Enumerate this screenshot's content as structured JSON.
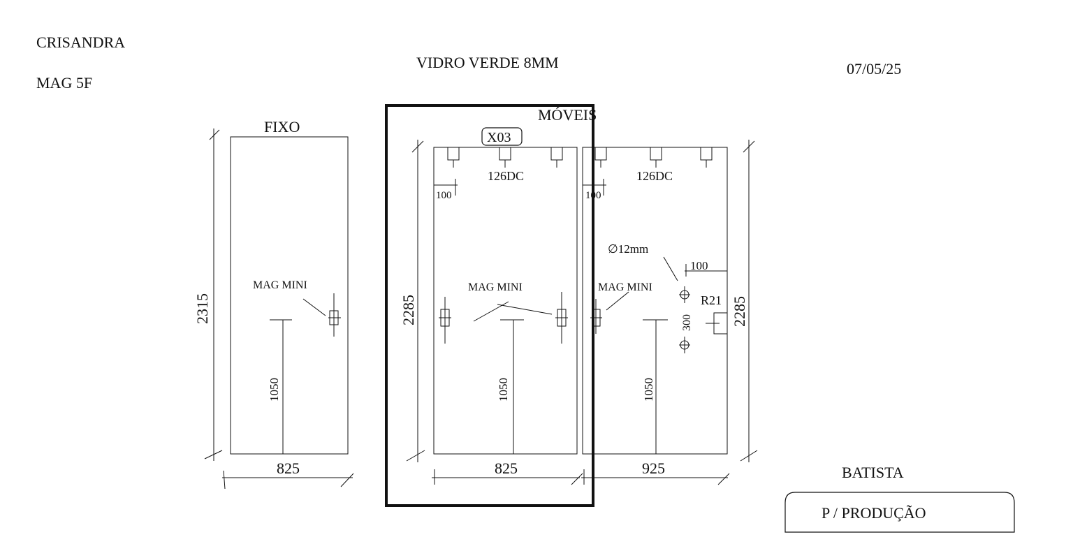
{
  "header": {
    "client": "CRISANDRA",
    "model": "MAG 5F",
    "glass": "VIDRO VERDE 8MM",
    "date": "07/05/25"
  },
  "labels": {
    "fixed": "FIXO",
    "moving": "MÓVEIS",
    "tag": "X03",
    "magmini": "MAG MINI",
    "dc": "126DC",
    "hole": "∅12mm",
    "radius": "R21"
  },
  "dims": {
    "h_fixed": "2315",
    "h_moving": "2285",
    "h_moving_right": "2285",
    "w_fixed": "825",
    "w_moving": "825",
    "w_moving_right": "925",
    "handle_height": "1050",
    "offset": "100",
    "hole_spacing": "300"
  },
  "footer": {
    "author": "BATISTA",
    "stamp": "P / PRODUÇÃO"
  },
  "colors": {
    "line": "#111111",
    "background": "#ffffff"
  }
}
